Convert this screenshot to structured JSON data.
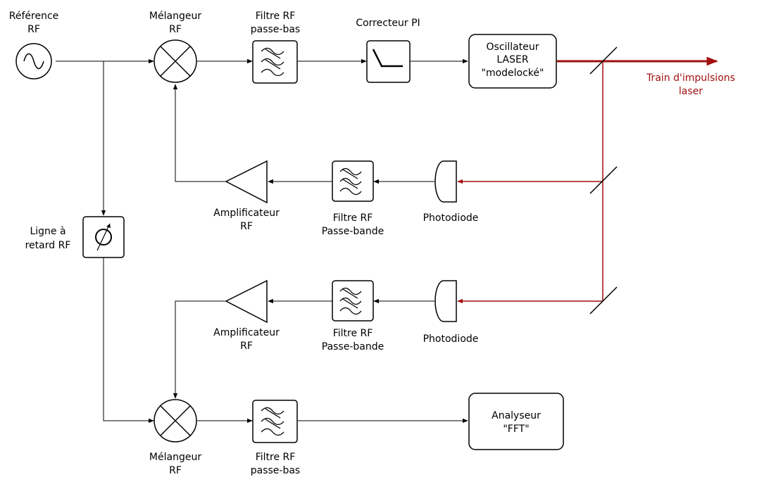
{
  "colors": {
    "line": "#000000",
    "laser": "#a10f0f"
  },
  "labels": {
    "ref_1": "Référence",
    "ref_2": "RF",
    "mixer_top_1": "Mélangeur",
    "mixer_top_2": "RF",
    "lpf_top_1": "Filtre RF",
    "lpf_top_2": "passe-bas",
    "pi": "Correcteur PI",
    "osc_1": "Oscillateur",
    "osc_2": "LASER",
    "osc_3": "\"modelocké\"",
    "train_1": "Train d'impulsions",
    "train_2": "laser",
    "amp1_1": "Amplificateur",
    "amp1_2": "RF",
    "bpf1_1": "Filtre RF",
    "bpf1_2": "Passe-bande",
    "pd1": "Photodiode",
    "delay_1": "Ligne à",
    "delay_2": "retard RF",
    "amp2_1": "Amplificateur",
    "amp2_2": "RF",
    "bpf2_1": "Filtre RF",
    "bpf2_2": "Passe-bande",
    "pd2": "Photodiode",
    "mixer_bot_1": "Mélangeur",
    "mixer_bot_2": "RF",
    "lpf_bot_1": "Filtre RF",
    "lpf_bot_2": "passe-bas",
    "fft_1": "Analyseur",
    "fft_2": "\"FFT\""
  }
}
